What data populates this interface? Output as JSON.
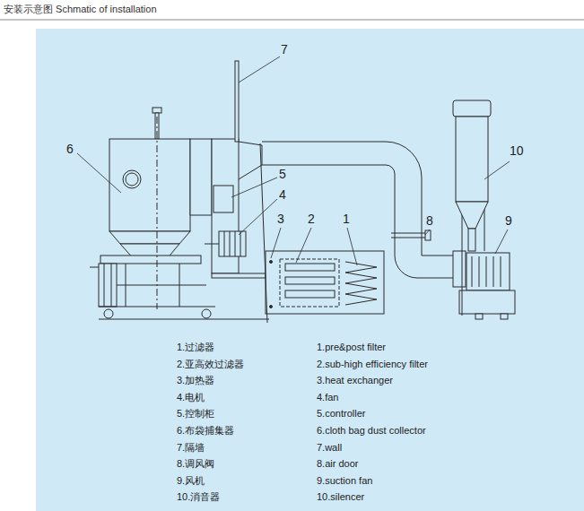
{
  "diagram": {
    "title": "安装示意图 Schmatic of installation",
    "labels": [
      "7",
      "6",
      "5",
      "4",
      "3",
      "2",
      "1",
      "10",
      "8",
      "9",
      "1.过滤器",
      "1.pre&post filter",
      "2.亚高效过滤器",
      "2.sub-high efficiency filter",
      "3.加热器",
      "3.heat exchanger",
      "4.电机",
      "4.fan",
      "5.控制柜",
      "5.controller",
      "6.布袋捕集器",
      "6.cloth bag dust collector",
      "7.隔墙",
      "7.wall",
      "8.调风阀",
      "8.air door",
      "9.风机",
      "9.suction fan",
      "10.消音器",
      "10.silencer"
    ]
  }
}
